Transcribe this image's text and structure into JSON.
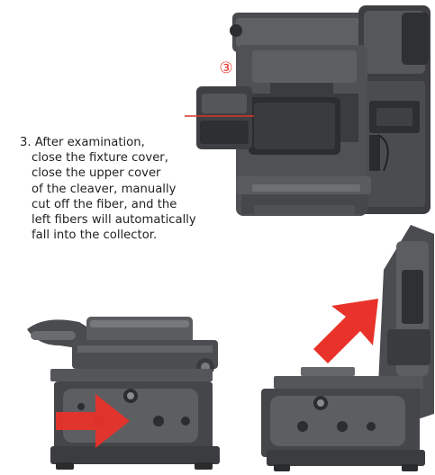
{
  "step_marker": "③",
  "instruction": {
    "lines": [
      "3. After examination,",
      "close the fixture cover,",
      "close the upper cover",
      "of the cleaver, manually",
      "cut off the fiber, and the",
      "left fibers will automatically",
      "fall into the collector."
    ]
  },
  "colors": {
    "device_dark": "#3a3b3d",
    "device_mid": "#5c5d60",
    "device_light": "#8a8b8e",
    "arrow_red": "#e8322a",
    "marker_red": "#e53a2e",
    "fiber_red": "#d9342b"
  }
}
